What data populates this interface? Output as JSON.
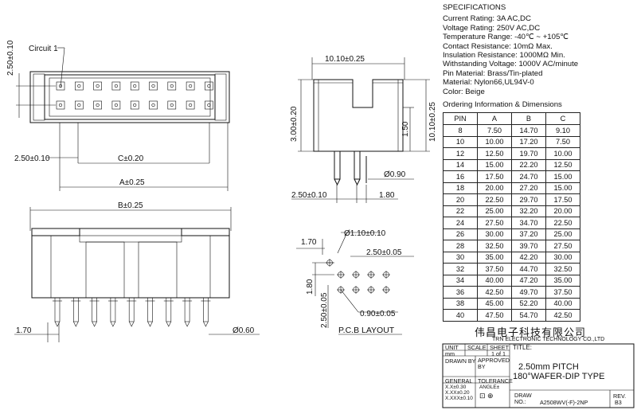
{
  "specs": {
    "heading": "SPECIFICATIONS",
    "lines": [
      "Current Rating: 3A AC,DC",
      "Voltage Rating: 250V AC,DC",
      "Temperature Range: -40℃ ~ +105℃",
      "Contact Resistance: 10mΩ Max.",
      "Insulation Resistance: 1000MΩ Min.",
      "Withstanding Voltage: 1000V AC/minute",
      "Pin Material: Brass/Tin-plated",
      "Material: Nylon66,UL94V-0",
      "Color: Beige"
    ]
  },
  "ordering": {
    "title": "Ordering Information & Dimensions",
    "columns": [
      "PIN",
      "A",
      "B",
      "C"
    ],
    "rows": [
      [
        "8",
        "7.50",
        "14.70",
        "9.10"
      ],
      [
        "10",
        "10.00",
        "17.20",
        "7.50"
      ],
      [
        "12",
        "12.50",
        "19.70",
        "10.00"
      ],
      [
        "14",
        "15.00",
        "22.20",
        "12.50"
      ],
      [
        "16",
        "17.50",
        "24.70",
        "15.00"
      ],
      [
        "18",
        "20.00",
        "27.20",
        "15.00"
      ],
      [
        "20",
        "22.50",
        "29.70",
        "17.50"
      ],
      [
        "22",
        "25.00",
        "32.20",
        "20.00"
      ],
      [
        "24",
        "27.50",
        "34.70",
        "22.50"
      ],
      [
        "26",
        "30.00",
        "37.20",
        "25.00"
      ],
      [
        "28",
        "32.50",
        "39.70",
        "27.50"
      ],
      [
        "30",
        "35.00",
        "42.20",
        "30.00"
      ],
      [
        "32",
        "37.50",
        "44.70",
        "32.50"
      ],
      [
        "34",
        "40.00",
        "47.20",
        "35.00"
      ],
      [
        "36",
        "42.50",
        "49.70",
        "37.50"
      ],
      [
        "38",
        "45.00",
        "52.20",
        "40.00"
      ],
      [
        "40",
        "47.50",
        "54.70",
        "42.50"
      ]
    ]
  },
  "drawing": {
    "circuit_label": "Circuit 1",
    "dim_pitch_vertical": "2.50±0.10",
    "dim_edge": "2.50±0.10",
    "dim_c": "C±0.20",
    "dim_a": "A±0.25",
    "dim_b": "B±0.25",
    "dim_pin_offset": "1.70",
    "dim_pin_dia": "Ø0.60",
    "side_width": "10.10±0.25",
    "side_height": "10.10±0.25",
    "side_body": "3.00±0.20",
    "side_tail": "1.50",
    "side_pin_dia": "Ø0.90",
    "side_pitch": "2.50±0.10",
    "side_offset": "1.80",
    "pcb_hole": "Ø1.10±0.10",
    "pcb_170": "1.70",
    "pcb_pitch": "2.50±0.05",
    "pcb_180": "1.80",
    "pcb_pitch_v": "2.50±0.05",
    "pcb_pad": "0.90±0.05",
    "pcb_label": "P.C.B LAYOUT"
  },
  "titleblock": {
    "company_cn": "伟昌电子科技有限公司",
    "company_en": "TRN ELECTRONIC TECHNOLOGY CO.,LTD",
    "unit_label": "UNIT",
    "unit_value": "mm",
    "scale_label": "SCALE",
    "sheet_label": "SHEET",
    "sheet_value": "1 of 1",
    "title_label": "TITLE:",
    "drawn_by": "DRAWN BY",
    "approved_by": "APPROVED BY",
    "title_line1": "2.50mm PITCH",
    "title_line2": "180°WAFER-DIP TYPE",
    "general": "GENERAL",
    "tolerance": "TOLERANCE",
    "tol1": "X.X±0.30",
    "tol2": "X.XX±0.20",
    "tol3": "X.XXX±0.10",
    "angle": "ANGLE±",
    "draw_no_label": "DRAW NO.:",
    "draw_no": "A2508WV(-F)-2NP",
    "rev_label": "REV.",
    "rev_value": "B3"
  }
}
